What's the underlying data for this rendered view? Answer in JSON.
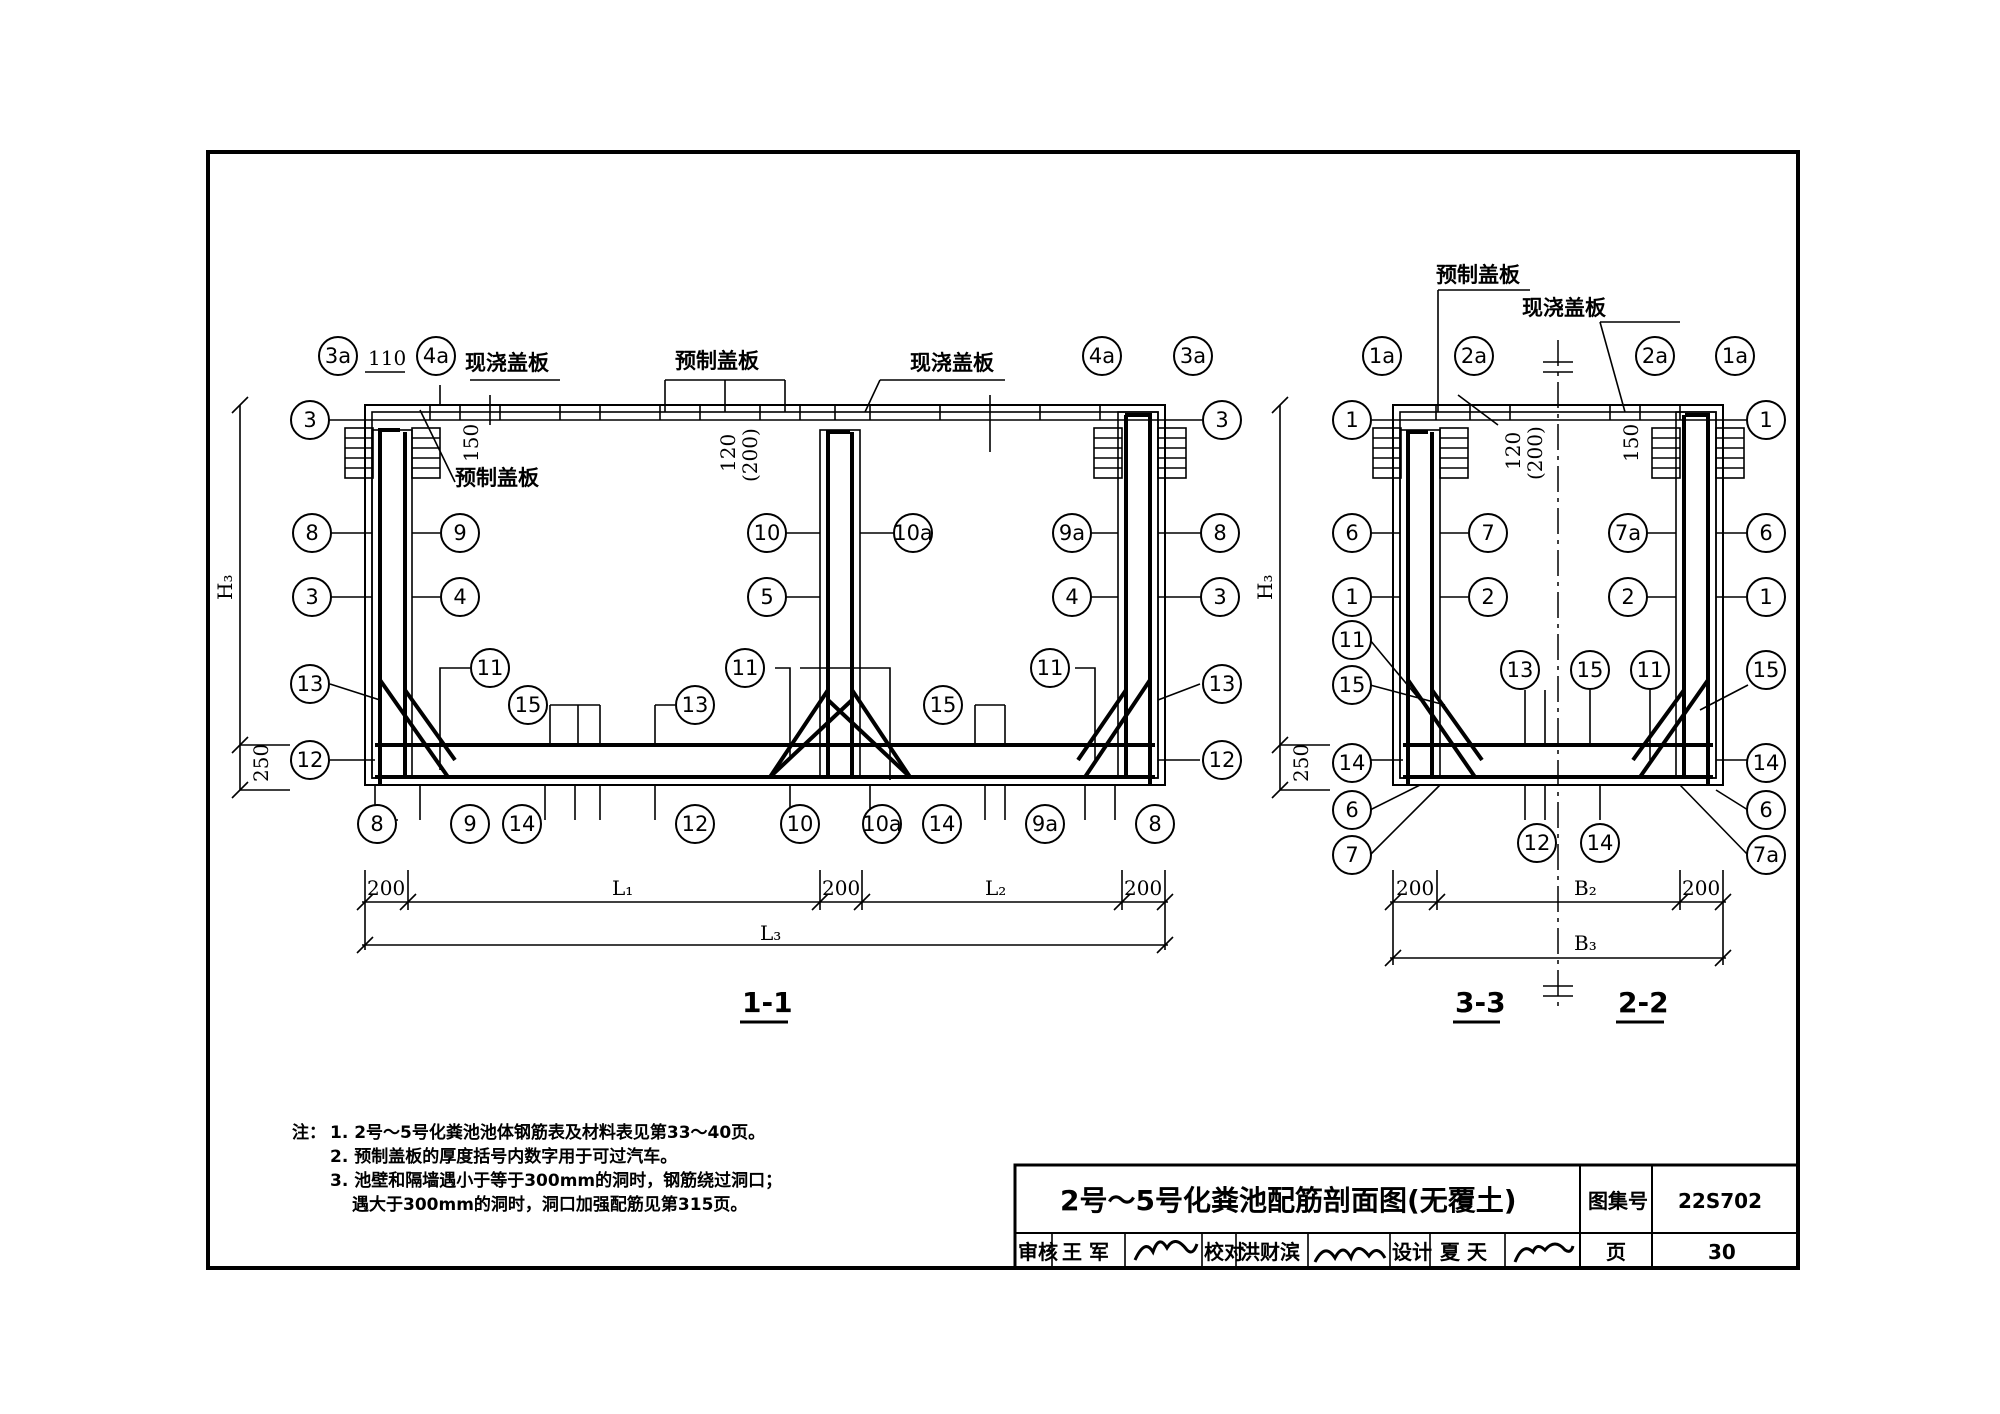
{
  "drawing": {
    "title": "2号～5号化粪池配筋剖面图(无覆土)",
    "atlas_label": "图集号",
    "atlas_number": "22S702",
    "page_label": "页",
    "page_number": "30",
    "review_label": "审核",
    "reviewer": "王 军",
    "check_label": "校对",
    "checker": "洪财滨",
    "design_label": "设计",
    "designer": "夏 天"
  },
  "sections": {
    "s11": "1-1",
    "s33": "3-3",
    "s22": "2-2"
  },
  "labels": {
    "cast_in_place_cover": "现浇盖板",
    "precast_cover": "预制盖板",
    "dim_110": "110",
    "dim_150": "150",
    "dim_120": "120",
    "dim_200p": "(200)",
    "dim_250": "250",
    "dim_200": "200",
    "H3": "H₃",
    "L1": "L₁",
    "L2": "L₂",
    "L3": "L₃",
    "B2": "B₂",
    "B3": "B₃"
  },
  "notes": {
    "head": "注：",
    "n1": "1. 2号～5号化粪池池体钢筋表及材料表见第33～40页。",
    "n2": "2. 预制盖板的厚度括号内数字用于可过汽车。",
    "n3": "3. 池壁和隔墙遇小于等于300mm的洞时，钢筋绕过洞口；",
    "n3b": "遇大于300mm的洞时，洞口加强配筋见第315页。"
  },
  "bubbles": {
    "b3a_l": "3a",
    "b4a_l": "4a",
    "b4a_r": "4a",
    "b3a_r": "3a",
    "b3_tl": "3",
    "b3_tr": "3",
    "b8_l": "8",
    "b9_l": "9",
    "b10": "10",
    "b10a": "10a",
    "b9a": "9a",
    "b8_r": "8",
    "b3_ml": "3",
    "b4_ml": "4",
    "b5": "5",
    "b4_mr": "4",
    "b3_mr": "3",
    "b11_a": "11",
    "b11_b": "11",
    "b11_c": "11",
    "b13_l": "13",
    "b13_r": "13",
    "b13_m": "13",
    "b15_a": "15",
    "b15_b": "15",
    "b12_l": "12",
    "b12_r": "12",
    "bb8_l": "8",
    "bb9": "9",
    "bb14_a": "14",
    "bb12": "12",
    "bb10": "10",
    "bb10a": "10a",
    "bb14_b": "14",
    "bb9a": "9a",
    "bb8_r": "8",
    "c1a_l": "1a",
    "c2a_l": "2a",
    "c2a_r": "2a",
    "c1a_r": "1a",
    "c1_tl": "1",
    "c1_tr": "1",
    "c6_l": "6",
    "c7_l": "7",
    "c7a": "7a",
    "c6_r": "6",
    "c1_ml": "1",
    "c2_ml": "2",
    "c2_mr": "2",
    "c1_mr": "1",
    "c11_l": "11",
    "c15_l": "15",
    "c13": "13",
    "c15_m": "15",
    "c11_m": "11",
    "c15_r": "15",
    "c14_l": "14",
    "c14_r": "14",
    "c6_bl": "6",
    "c6_br": "6",
    "c7_bl": "7",
    "c7a_b": "7a",
    "c12": "12",
    "c14_b": "14"
  }
}
